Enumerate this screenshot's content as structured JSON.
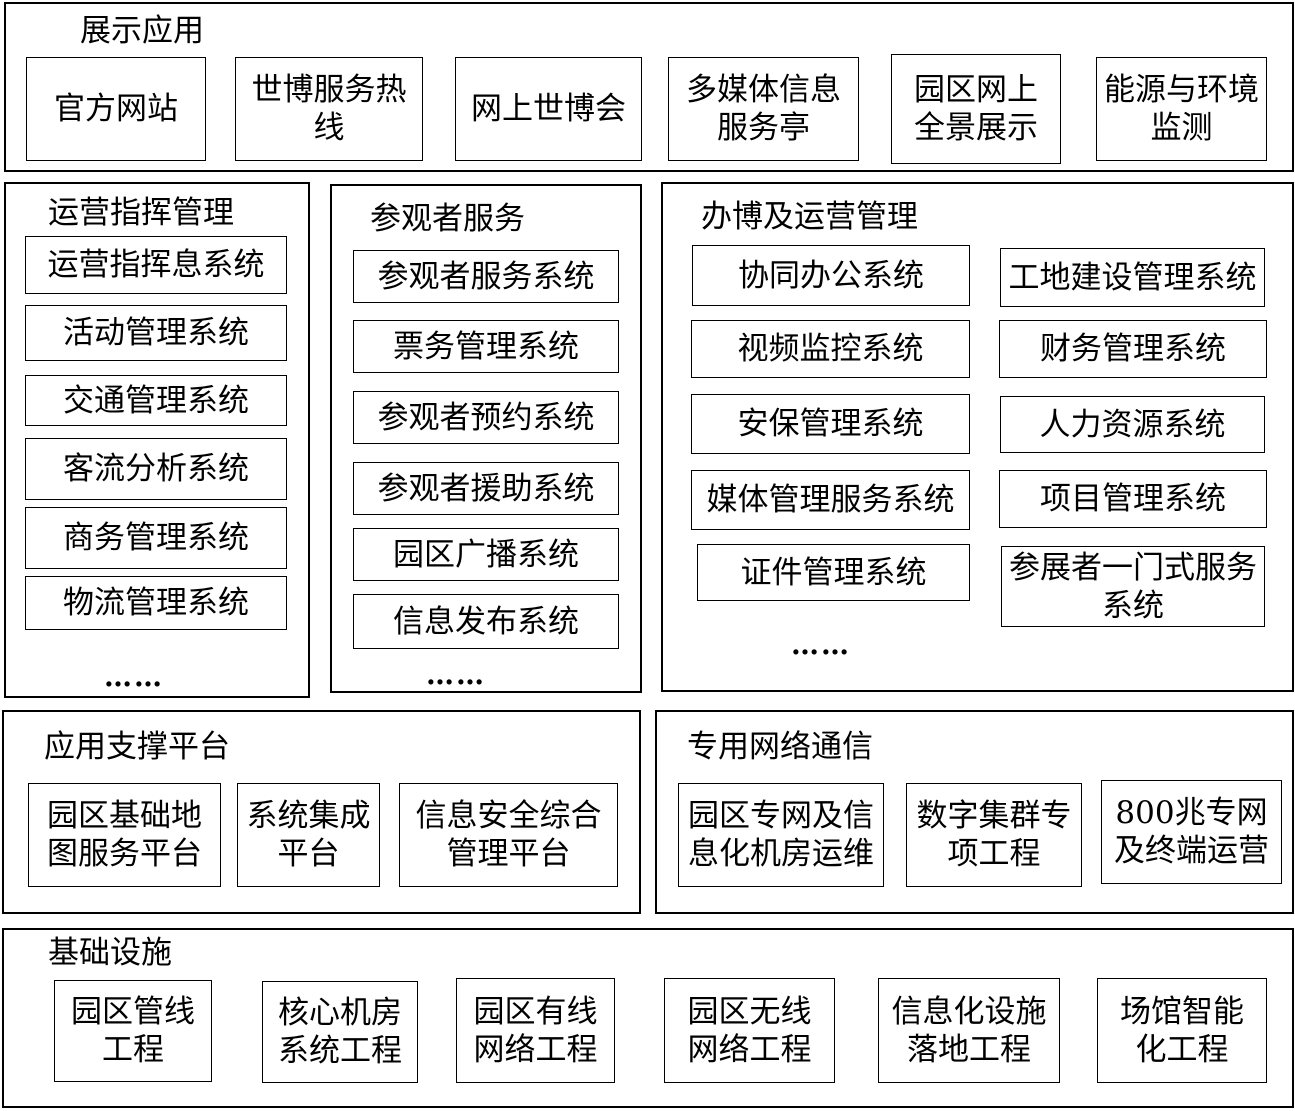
{
  "display": {
    "title": "展示应用",
    "items": [
      "官方网站",
      "世博服务热\n线",
      "网上世博会",
      "多媒体信息\n服务亭",
      "园区网上\n全景展示",
      "能源与环境\n监测"
    ]
  },
  "ops_command": {
    "title": "运营指挥管理",
    "items": [
      "运营指挥息系统",
      "活动管理系统",
      "交通管理系统",
      "客流分析系统",
      "商务管理系统",
      "物流管理系统"
    ],
    "more": "……"
  },
  "visitor": {
    "title": "参观者服务",
    "items": [
      "参观者服务系统",
      "票务管理系统",
      "参观者预约系统",
      "参观者援助系统",
      "园区广播系统",
      "信息发布系统"
    ],
    "more": "……"
  },
  "expo_ops": {
    "title": "办博及运营管理",
    "left": [
      "协同办公系统",
      "视频监控系统",
      "安保管理系统",
      "媒体管理服务系统",
      "证件管理系统"
    ],
    "right": [
      "工地建设管理系统",
      "财务管理系统",
      "人力资源系统",
      "项目管理系统",
      "参展者一门式服务\n系统"
    ],
    "more": "……"
  },
  "app_support": {
    "title": "应用支撑平台",
    "items": [
      "园区基础地\n图服务平台",
      "系统集成\n平台",
      "信息安全综合\n管理平台"
    ]
  },
  "network": {
    "title": "专用网络通信",
    "items": [
      "园区专网及信\n息化机房运维",
      "数字集群专\n项工程",
      "800兆专网\n及终端运营"
    ]
  },
  "infra": {
    "title": "基础设施",
    "items": [
      "园区管线\n工程",
      "核心机房\n系统工程",
      "园区有线\n网络工程",
      "园区无线\n网络工程",
      "信息化设施\n落地工程",
      "场馆智能\n化工程"
    ]
  }
}
